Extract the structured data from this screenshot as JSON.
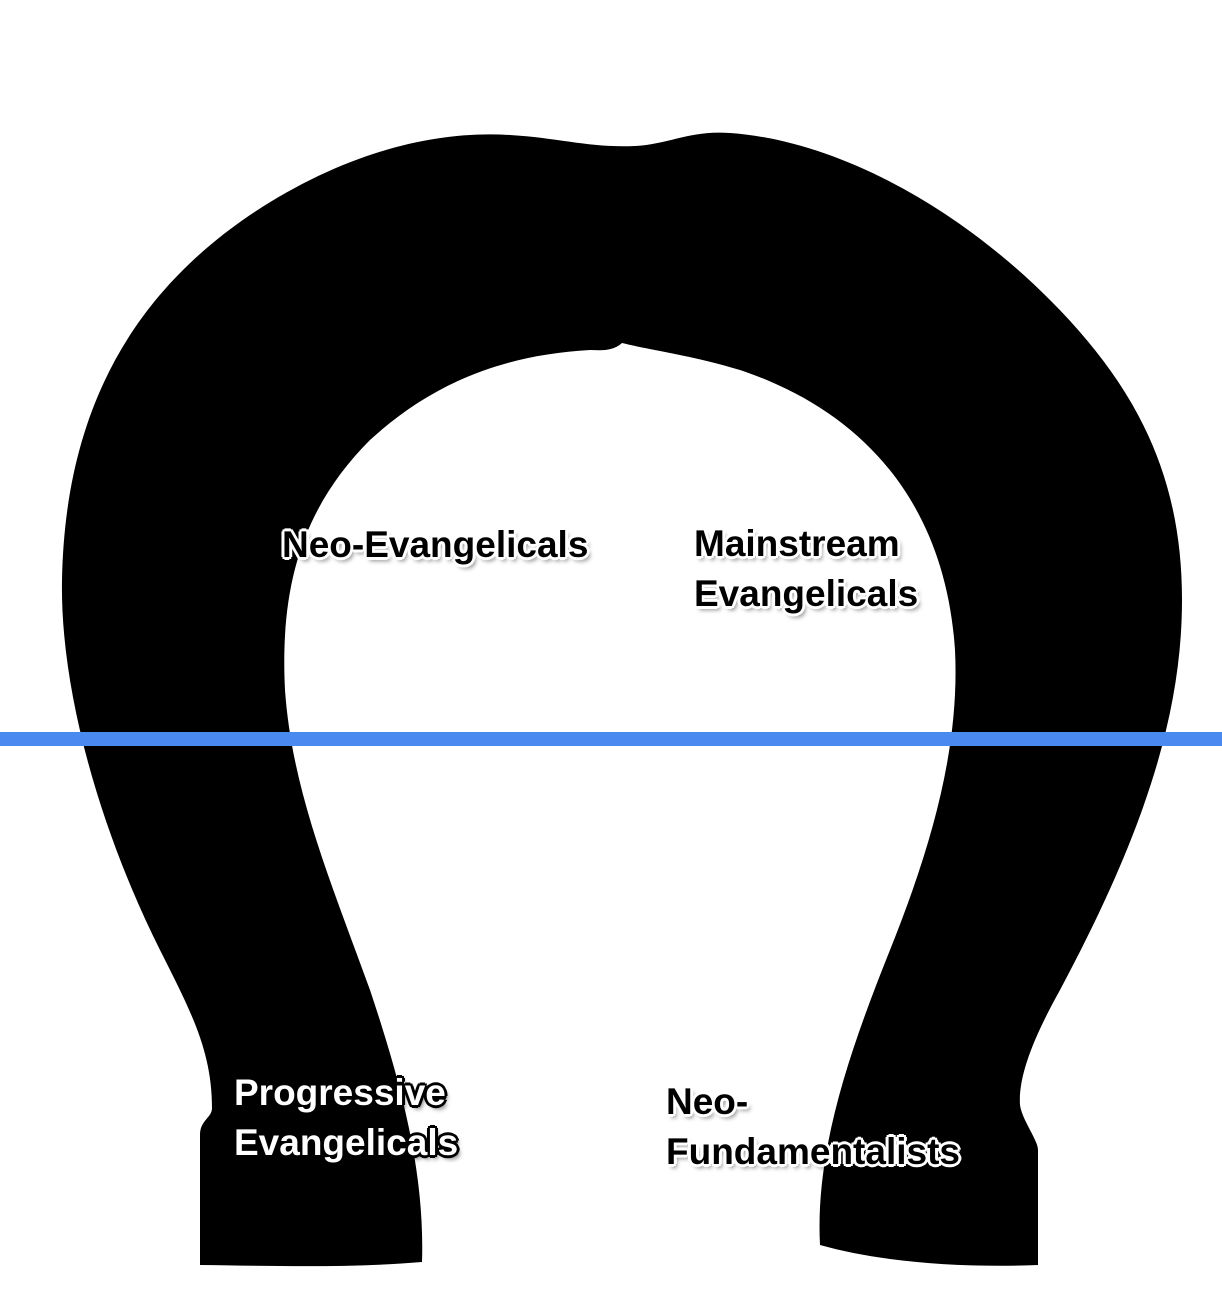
{
  "colors": {
    "horseshoe": "#000000",
    "divider": "#4a89f0",
    "background": "#ffffff"
  },
  "labels": {
    "neo_evangelicals": "Neo-Evangelicals",
    "mainstream_line1": "Mainstream",
    "mainstream_line2": "Evangelicals",
    "progressive_line1": "Progressive",
    "progressive_line2": "Evangelicals",
    "neo_fund_line1": "Neo-",
    "neo_fund_line2": "Fundamentalists"
  }
}
